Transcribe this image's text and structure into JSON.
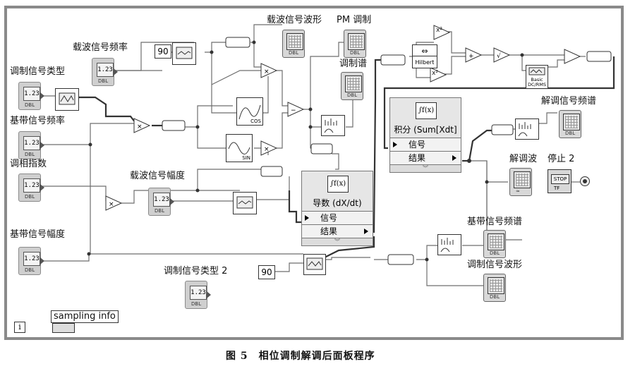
{
  "labels": {
    "carrier_freq": "载波信号频率",
    "mod_type": "调制信号类型",
    "baseband_freq": "基带信号频率",
    "phase_index": "调相指数",
    "carrier_amp": "载波信号幅度",
    "baseband_amp": "基带信号幅度",
    "mod_type2": "调制信号类型 2",
    "sampling_info": "sampling info",
    "carrier_wave": "载波信号波形",
    "pm_mod": "PM 调制",
    "mod_spectrum": "调制谱",
    "demod_spectrum": "解调信号频谱",
    "demod_wave": "解调波",
    "stop2": "停止 2",
    "baseband_spectrum": "基带信号频谱",
    "mod_wave": "调制信号波形",
    "caption": "图 5　相位调制解调后面板程序",
    "info_glyph": "i"
  },
  "constants": {
    "c1": "90",
    "c2": "90"
  },
  "control_tags": {
    "num": "1.23",
    "dbl": "DBL",
    "tf": "TF",
    "stop": "STOP"
  },
  "expr_nodes": {
    "integral": {
      "icon": "∫f(x)",
      "name": "积分 (Sum[Xdt]",
      "input": "信号",
      "output": "结果"
    },
    "derivative": {
      "icon": "∫f(x)",
      "name": "导数 (dX/dt)",
      "input": "信号",
      "output": "结果"
    }
  },
  "func_labels": {
    "cos": "COS",
    "sin": "SIN",
    "hilbert": "Hilbert",
    "basic": "Basic DC/RMS",
    "sq1": "x²",
    "sq2": "x²"
  },
  "colors": {
    "frame": "#8a8a8a",
    "wire": "#6e6e6e",
    "wire_heavy": "#333333"
  }
}
